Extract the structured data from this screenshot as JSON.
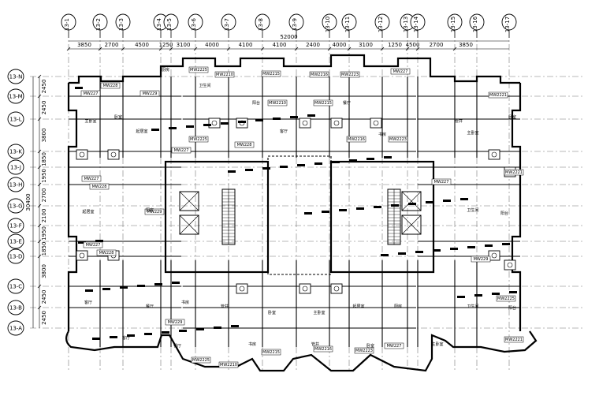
{
  "top_axes": [
    "13-1",
    "13-2",
    "13-3",
    "13-4",
    "13-5",
    "13-6",
    "13-7",
    "13-8",
    "13-9",
    "13-10",
    "13-11",
    "13-12",
    "13-13",
    "13-14",
    "13-15",
    "13-16",
    "13-17"
  ],
  "left_axes": [
    "13-N",
    "13-M",
    "13-L",
    "13-K",
    "13-J",
    "13-H",
    "13-G",
    "13-F",
    "13-E",
    "13-D",
    "13-C",
    "13-B",
    "13-A"
  ],
  "top_dims": [
    "3850",
    "2700",
    "4500",
    "1250",
    "3100",
    "4000",
    "4100",
    "4100",
    "2400",
    "4000",
    "3100",
    "1250",
    "4500",
    "2700",
    "3850"
  ],
  "overall_width": "52000",
  "left_dims": [
    "2450",
    "2450",
    "3800",
    "1850",
    "1950",
    "2700",
    "2100",
    "1950",
    "1850",
    "3800",
    "2450",
    "2450"
  ],
  "overall_height": "30400",
  "window_tags": [
    "MW227",
    "MW228",
    "MW229",
    "MW2225",
    "MW2210",
    "MW2215",
    "MW2216",
    "MW2223",
    "MW227",
    "MW2221"
  ],
  "room_labels": [
    "卧室",
    "主卧室",
    "起居室",
    "厨房",
    "卫生间",
    "阳台",
    "客厅",
    "餐厅",
    "书房",
    "管井"
  ]
}
